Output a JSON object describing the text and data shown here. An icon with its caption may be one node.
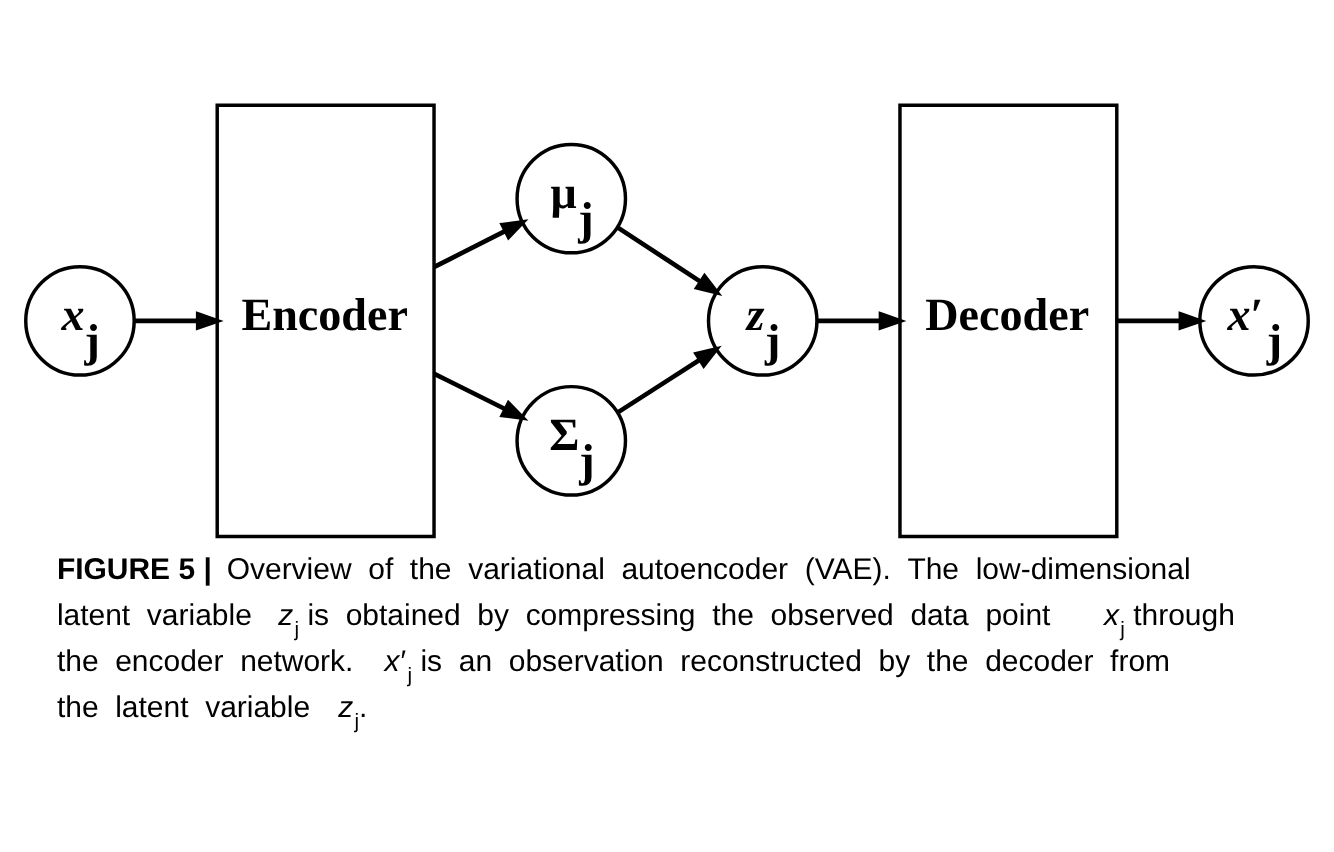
{
  "diagram": {
    "caption": "**FIGURE 5 |** Overview of the variational autoencoder (VAE). The low-dimensional latent variable *z*$_{j}$ is obtained by compressing the observed data point *x*$_{j}$ through the encoder network. *x*′$_{j}$ is an observation reconstructed by the decoder from the latent variable *z*$_{j}$.",
    "nodes": [
      {
        "text": [
          "*x*$_{j}$"
        ]
      },
      {
        "text": [
          "Encoder"
        ]
      },
      {
        "text": [
          "**μ**$_{j}$"
        ]
      },
      {
        "text": [
          "**Σ**$_{j}$"
        ]
      },
      {
        "text": [
          "*z*$_{j}$"
        ]
      },
      {
        "text": [
          "Decoder"
        ]
      },
      {
        "text": [
          "*x*′$_{j}$"
        ]
      }
    ],
    "edges": [
      {
        "from": 0,
        "to": 1,
        "arrow": "to"
      },
      {
        "from": 1,
        "to": 2,
        "arrow": "to"
      },
      {
        "from": 1,
        "to": 3,
        "arrow": "to"
      },
      {
        "from": 2,
        "to": 4,
        "arrow": "to"
      },
      {
        "from": 3,
        "to": 4,
        "arrow": "to"
      },
      {
        "from": 4,
        "to": 5,
        "arrow": "to"
      },
      {
        "from": 5,
        "to": 6,
        "arrow": "to"
      }
    ]
  }
}
